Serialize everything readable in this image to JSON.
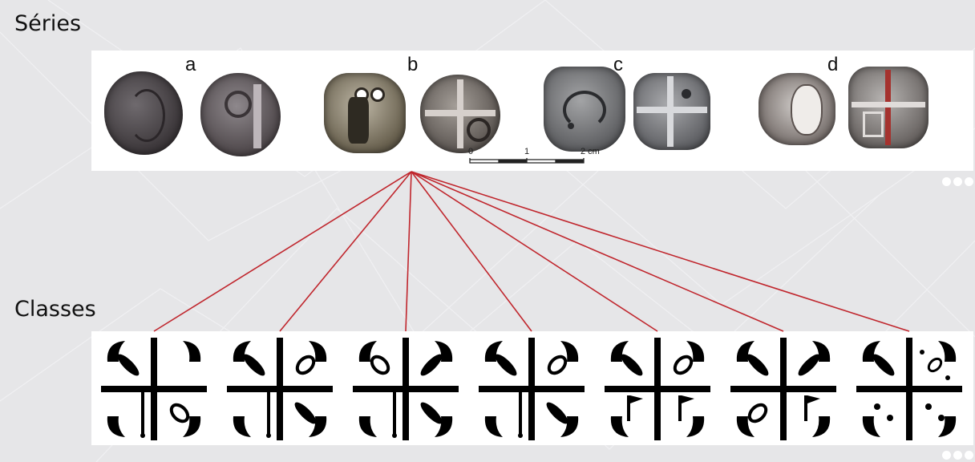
{
  "series_label": "Séries",
  "classes_label": "Classes",
  "series": [
    "a",
    "b",
    "c",
    "d"
  ],
  "scale": {
    "ticks": [
      "0",
      "1",
      "2 cm"
    ]
  },
  "classes_count": 7,
  "colors": {
    "connector": "#c0262d",
    "background": "#e6e6e8",
    "glyph": "#000000"
  }
}
